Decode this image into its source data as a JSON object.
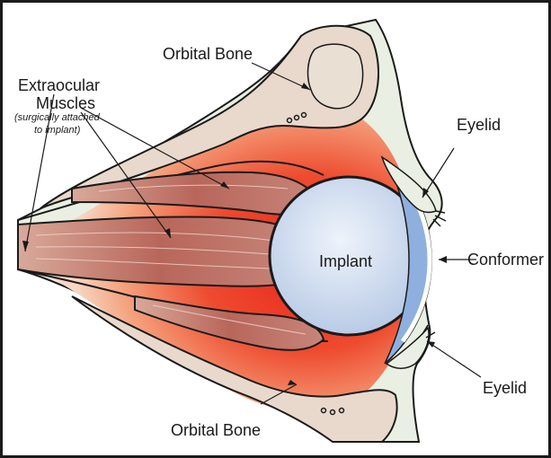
{
  "labels": {
    "orbital_bone_top": "Orbital Bone",
    "extraocular_line1": "Extraocular",
    "extraocular_line2": "Muscles",
    "note_line1": "(surgically attached",
    "note_line2": "to implant)",
    "eyelid_top": "Eyelid",
    "implant": "Implant",
    "conformer": "Conformer",
    "eyelid_bottom": "Eyelid",
    "orbital_bone_bottom": "Orbital Bone"
  },
  "colors": {
    "border": "#1a1a1a",
    "skin": "#e9efe2",
    "bone": "#e8d9cc",
    "tissue_red": "#e8261c",
    "tissue_orange": "#f3a37a",
    "muscle": "#b8665a",
    "muscle_light": "#d7a497",
    "implant": "#cfdcef",
    "conformer": "#8fb0de"
  }
}
